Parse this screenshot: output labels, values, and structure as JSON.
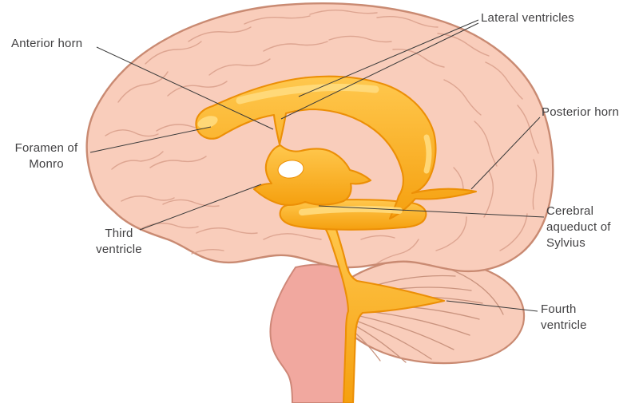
{
  "labels": {
    "lateral_ventricles": "Lateral ventricles",
    "anterior_horn": "Anterior horn",
    "posterior_horn": "Posterior horn",
    "foramen_of_monro": "Foramen of Monro",
    "third_ventricle": "Third ventricle",
    "cerebral_aqueduct_of_sylvius": "Cerebral aqueduct of Sylvius",
    "fourth_ventricle": "Fourth ventricle"
  },
  "colors": {
    "background": "#FFFFFF",
    "brain-fill": "#F9CDBB",
    "brain-outline": "#C98A72",
    "gyri-line": "#D89E8A",
    "cerebellum-stripe": "#C9937E",
    "brainstem-fill": "#F1A89F",
    "brainstem-outline": "#CE8778",
    "ventricle-light": "#FFC84E",
    "ventricle-deep": "#F5A00F",
    "ventricle-outline": "#EC8F06",
    "ventricle-highlight": "#FFDC7E",
    "hole-fill": "#FFFFFF",
    "label-text": "#414042",
    "leader-line": "#3A3A3A"
  }
}
